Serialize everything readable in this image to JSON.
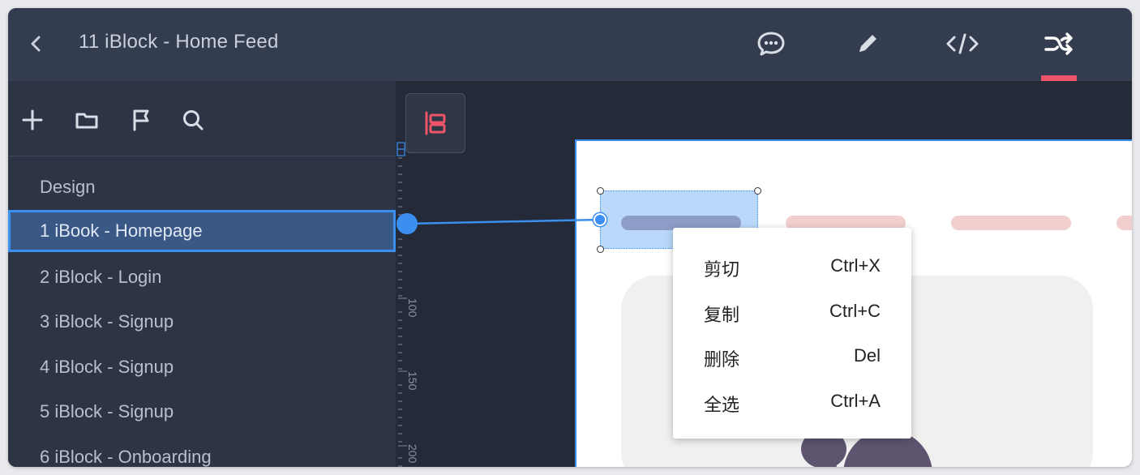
{
  "window": {
    "title": "11 iBlock - Home Feed"
  },
  "header": {
    "icons": [
      "chat-icon",
      "pencil-icon",
      "code-icon",
      "shuffle-icon"
    ],
    "active_tab": "shuffle"
  },
  "sidebar": {
    "toolbar_icons": [
      "plus-icon",
      "folder-icon",
      "flag-icon",
      "search-icon"
    ],
    "items": [
      {
        "label": "Design"
      },
      {
        "label": "1 iBook - Homepage"
      },
      {
        "label": "2 iBlock - Login"
      },
      {
        "label": "3 iBlock - Signup"
      },
      {
        "label": "4 iBlock - Signup"
      },
      {
        "label": "5 iBlock - Signup"
      },
      {
        "label": "6 iBlock - Onboarding"
      }
    ],
    "selected_index": 1
  },
  "ruler": {
    "labels": [
      "100",
      "150",
      "200"
    ]
  },
  "context_menu": {
    "items": [
      {
        "label": "剪切",
        "shortcut": "Ctrl+X"
      },
      {
        "label": "复制",
        "shortcut": "Ctrl+C"
      },
      {
        "label": "删除",
        "shortcut": "Del"
      },
      {
        "label": "全选",
        "shortcut": "Ctrl+A"
      }
    ]
  },
  "colors": {
    "accent": "#3a8ff0",
    "active_tab": "#f0546b",
    "titlebar": "#343d4f",
    "sidebar": "#2c3445",
    "canvas": "#242a37",
    "selected_row": "#3a5885",
    "pill_selected": "#9b7a8f",
    "pill": "#f2cfcf"
  }
}
